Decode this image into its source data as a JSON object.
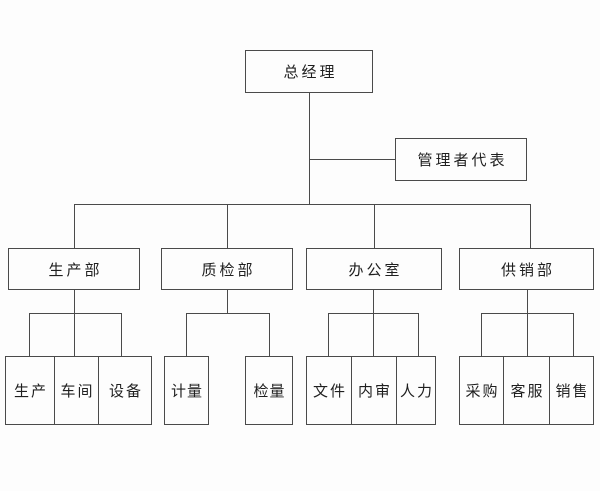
{
  "org": {
    "root": {
      "label": "总经理"
    },
    "representative": {
      "label": "管理者代表"
    },
    "departments": [
      {
        "label": "生产部",
        "children": [
          {
            "label": "生产"
          },
          {
            "label": "车间"
          },
          {
            "label": "设备"
          }
        ]
      },
      {
        "label": "质检部",
        "children": [
          {
            "label": "计量"
          },
          {
            "label": "检量"
          }
        ]
      },
      {
        "label": "办公室",
        "children": [
          {
            "label": "文件"
          },
          {
            "label": "内审"
          },
          {
            "label": "人力"
          }
        ]
      },
      {
        "label": "供销部",
        "children": [
          {
            "label": "采购"
          },
          {
            "label": "客服"
          },
          {
            "label": "销售"
          }
        ]
      }
    ]
  },
  "colors": {
    "line": "#4a4a4a",
    "background": "#fdfdfd",
    "text": "#1f1f1f"
  }
}
